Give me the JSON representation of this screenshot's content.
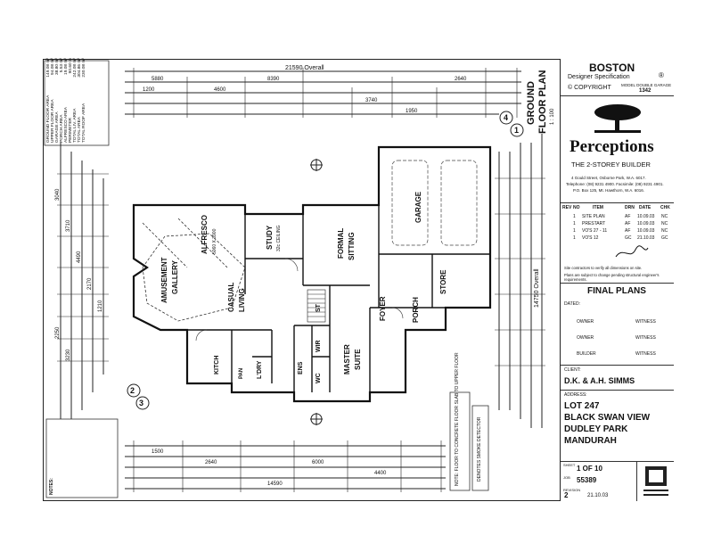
{
  "overall_dims": {
    "top_overall": "21590 Overall",
    "right_overall": "14750 Overall",
    "left_dims": [
      "3040",
      "3710",
      "4490",
      "2170",
      "1210",
      "2250",
      "3230"
    ],
    "top_dims": [
      "5880",
      "8390",
      "2640",
      "1200",
      "4600",
      "3740",
      "1950"
    ],
    "bottom_dims": [
      "14590",
      "1500",
      "2640",
      "6000",
      "4400"
    ]
  },
  "plan_title": {
    "title_line1": "GROUND",
    "title_line2": "FLOOR PLAN",
    "scale": "1 : 100",
    "section_mark_top": "4",
    "section_mark_right": "1",
    "section_mark_left_a": "2",
    "section_mark_left_b": "3"
  },
  "rooms": {
    "alfresco": "ALFRESCO",
    "alfresco_size": "5060 X 3900",
    "study": "STUDY",
    "study_size": "32c CEILING",
    "formal": "FORMAL",
    "sitting": "SITTING",
    "garage": "GARAGE",
    "store": "STORE",
    "foyer": "FOYER",
    "porch": "PORCH",
    "amusement": "AMUSEMENT",
    "gallery": "GALLERY",
    "casual": "CASUAL",
    "living": "LIVING",
    "kitchen": "KITCH",
    "laundry": "L'DRY",
    "ens": "ENS",
    "wir": "WIR",
    "wc": "WC",
    "master": "MASTER",
    "suite": "SUITE",
    "st": "ST",
    "pan": "PAN"
  },
  "areas_table": {
    "rows": [
      [
        "GROUND FLOOR AREA",
        "149.08 m²"
      ],
      [
        "UPPER FLOOR AREA",
        "94.08 m²"
      ],
      [
        "GARAGE AREA",
        "38.80 m²"
      ],
      [
        "PORCH AREA",
        "5.53 m²"
      ],
      [
        "ALFRESCO AREA",
        "19.08 m²"
      ],
      [
        "PERIMETER",
        "90.60 m"
      ],
      [
        "TOTAL LIV. AREA",
        "242.08 m²"
      ],
      [
        "TOTAL AREA",
        "304.86 m²"
      ],
      [
        "TOTAL ROOF AREA",
        "230.08 m²"
      ]
    ]
  },
  "notes": {
    "floor_note": "NOTE: FLOOR TO CONCRETE FLOOR SLAB TO UPPER FLOOR",
    "smoke": "DENOTES SMOKE DETECTOR",
    "left_notes_title": "NOTES:"
  },
  "titleblock": {
    "design_name": "BOSTON",
    "designer_spec": "Designer Specification",
    "registered": "®",
    "copyright": "© COPYRIGHT",
    "model_label": "MODEL DOUBLE GARAGE",
    "model_no": "1342",
    "brand": "Perceptions",
    "tagline": "THE 2-STOREY BUILDER",
    "address_line1": "4 Gould Street, Osborne Park, W.A. 6017.",
    "address_line2": "Telephone: (08) 9231 4900. Facsimile: (08) 9231 4901.",
    "address_line3": "P.O. Box 125, Mt. Hawthorn, W.A. 6016.",
    "rev_headers": [
      "REV",
      "NO",
      "ITEM",
      "DRN",
      "DATE",
      "CHK"
    ],
    "revisions": [
      [
        "1",
        "SITE PLAN",
        "AF",
        "10.09.03",
        "NC"
      ],
      [
        "1",
        "PRESTART",
        "AF",
        "10.09.03",
        "NC"
      ],
      [
        "1",
        "VO'S 27 - 11",
        "AF",
        "10.09.03",
        "NC"
      ],
      [
        "1",
        "VO'S 12",
        "GC",
        "21.10.03",
        "GC"
      ]
    ],
    "note_dims": "Site contractors to verify all dimensions on site.",
    "note_struct": "Plans are subject to change pending structural engineer's requirements.",
    "final_plans": "FINAL PLANS",
    "dated": "DATED:",
    "sign_rows": [
      [
        "OWNER",
        "WITNESS"
      ],
      [
        "OWNER",
        "WITNESS"
      ],
      [
        "BUILDER",
        "WITNESS"
      ]
    ],
    "client_label": "CLIENT:",
    "client": "D.K. & A.H. SIMMS",
    "address_label": "ADDRESS:",
    "lot": "LOT 247",
    "street": "BLACK SWAN VIEW",
    "suburb": "DUDLEY PARK",
    "town": "MANDURAH",
    "sheet_label": "SHEET",
    "sheet_no": "1 OF 10",
    "job_label": "JOB",
    "job_no": "55389",
    "rev_label": "REVISION",
    "rev_no": "2",
    "rev_date": "21.10.03"
  }
}
